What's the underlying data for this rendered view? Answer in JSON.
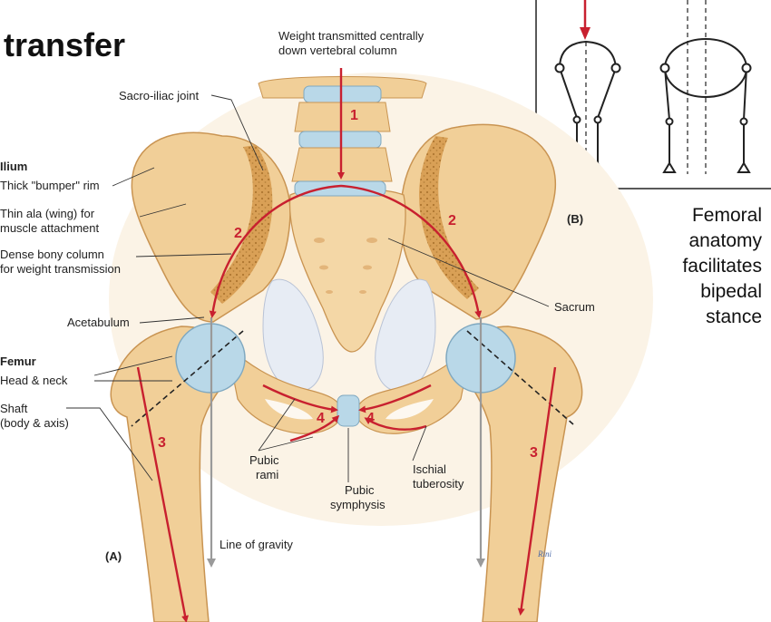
{
  "slide": {
    "title": "transfer",
    "side_text": [
      "Femoral",
      "anatomy",
      "facilitates",
      "bipedal",
      "stance"
    ]
  },
  "diagram": {
    "labels": {
      "weight_line1": "Weight transmitted centrally",
      "weight_line2": "down vertebral column",
      "sacroiliac": "Sacro-iliac joint",
      "ilium": "Ilium",
      "bumper": "Thick \"bumper\" rim",
      "ala_line1": "Thin ala (wing) for",
      "ala_line2": "muscle attachment",
      "column_line1": "Dense bony column",
      "column_line2": "for weight transmission",
      "acetabulum": "Acetabulum",
      "femur": "Femur",
      "headneck": "Head & neck",
      "shaft_line1": "Shaft",
      "shaft_line2": "(body & axis)",
      "sacrum": "Sacrum",
      "pubic_rami_line1": "Pubic",
      "pubic_rami_line2": "rami",
      "pubic_sym_line1": "Pubic",
      "pubic_sym_line2": "symphysis",
      "ischial_line1": "Ischial",
      "ischial_line2": "tuberosity",
      "gravity": "Line of gravity",
      "panel_a": "(A)",
      "panel_b": "(B)",
      "signature": "Rini"
    },
    "step_numbers": {
      "n1": "1",
      "n2_left": "2",
      "n2_right": "2",
      "n3_left": "3",
      "n3_right": "3",
      "n4_left": "4",
      "n4_right": "4"
    }
  },
  "colors": {
    "bone": "#f1cf98",
    "bone_dark": "#d9a75f",
    "cancellous": "#c98d3e",
    "cartilage": "#a9d2e6",
    "arrow": "#c8202f",
    "gravity_line": "#9a9a9a"
  }
}
